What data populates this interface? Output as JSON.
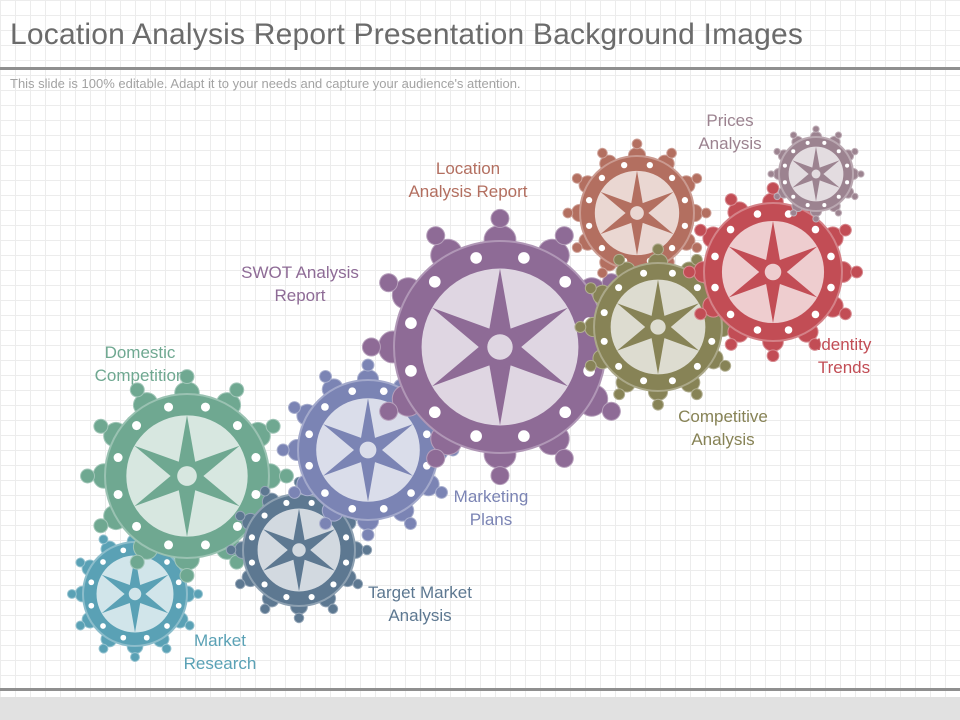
{
  "slide": {
    "title": "Location Analysis Report Presentation Background Images",
    "subtitle": "This slide is 100% editable. Adapt it to your needs and capture your audience's attention."
  },
  "gears": [
    {
      "id": "market-research",
      "label": "Market\nResearch",
      "color": "#5aa1b5"
    },
    {
      "id": "domestic-competition",
      "label": "Domestic\nCompetition",
      "color": "#6fa891"
    },
    {
      "id": "target-market-analysis",
      "label": "Target Market\nAnalysis",
      "color": "#5d7891"
    },
    {
      "id": "marketing-plans",
      "label": "Marketing\nPlans",
      "color": "#7b84b4"
    },
    {
      "id": "swot-analysis-report",
      "label": "SWOT Analysis\nReport",
      "color": "#8e6b96"
    },
    {
      "id": "location-analysis-report",
      "label": "Location\nAnalysis Report",
      "color": "#b36f60"
    },
    {
      "id": "competitive-analysis",
      "label": "Competitive\nAnalysis",
      "color": "#878356"
    },
    {
      "id": "identity-trends",
      "label": "Identity\nTrends",
      "color": "#c24d55"
    },
    {
      "id": "prices-analysis",
      "label": "Prices\nAnalysis",
      "color": "#9c8390"
    }
  ]
}
